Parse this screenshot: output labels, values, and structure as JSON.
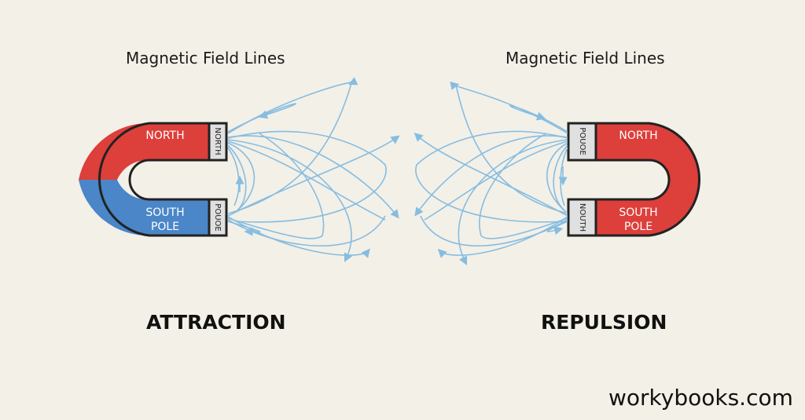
{
  "left_panel": {
    "field_caption": "Magnetic Field Lines",
    "title": "ATTRACTION",
    "magnet": {
      "top_label": "NORTH",
      "bottom_label": "SOUTH POLE",
      "bottom_label_line1": "SOUTH",
      "bottom_label_line2": "POLE",
      "top_tip_text": "NORTH",
      "bottom_tip_text": "POUOE"
    }
  },
  "right_panel": {
    "field_caption": "Magnetic Field Lines",
    "title": "REPULSION",
    "magnet": {
      "top_label": "NORTH",
      "bottom_label": "SOUTH POLE",
      "bottom_label_line1": "SOUTH",
      "bottom_label_line2": "POLE",
      "top_tip_text": "POUOE",
      "bottom_tip_text": "NOUTH"
    }
  },
  "watermark": "workybooks.com",
  "colors": {
    "background": "#f3f0e8",
    "north_red": "#dd3f3b",
    "south_blue": "#4a86c8",
    "field_line": "#86bde0",
    "tip_grey": "#e0e0e0",
    "outline": "#222222"
  }
}
